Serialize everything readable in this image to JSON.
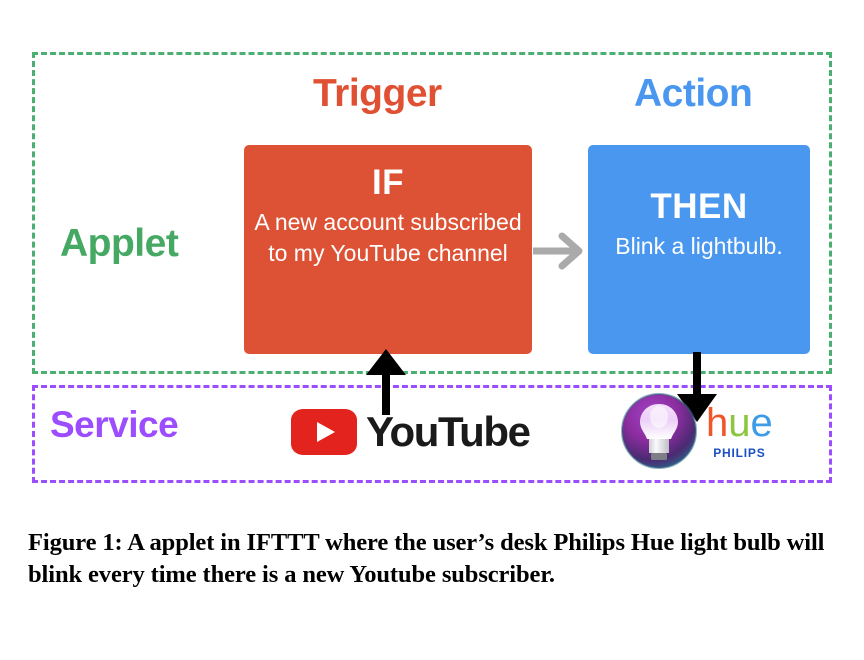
{
  "figure": {
    "caption": "Figure 1: A applet in IFTTT where the user’s desk Philips Hue light bulb will blink every time there is a new Youtube subscriber."
  },
  "rows": {
    "applet_label": "Applet",
    "service_label": "Service"
  },
  "columns": {
    "trigger_heading": "Trigger",
    "action_heading": "Action"
  },
  "cards": {
    "trigger": {
      "keyword": "IF",
      "body": "A new account subscribed to my YouTube channel",
      "color": "#DD5234"
    },
    "action": {
      "keyword": "THEN",
      "body": "Blink a lightbulb.",
      "color": "#4A97F0"
    }
  },
  "services": {
    "youtube": {
      "name": "YouTube",
      "badge_color": "#E2231E",
      "wordmark_color": "#1A1A1A"
    },
    "hue": {
      "name": "hue",
      "letters": [
        "h",
        "u",
        "e"
      ],
      "brand": "PHILIPS",
      "letter_colors": [
        "#F0562A",
        "#8CC63E",
        "#3E9BE8"
      ],
      "brand_color": "#1A4FC4"
    }
  },
  "colors": {
    "applet_border": "#4CAF72",
    "applet_label": "#45A964",
    "service_border": "#9B4DFF",
    "service_label": "#9B4DFF",
    "trigger_heading": "#E05032",
    "action_heading": "#4A97F0",
    "flow_arrow": "#AAAAAA",
    "service_arrow": "#000000"
  }
}
